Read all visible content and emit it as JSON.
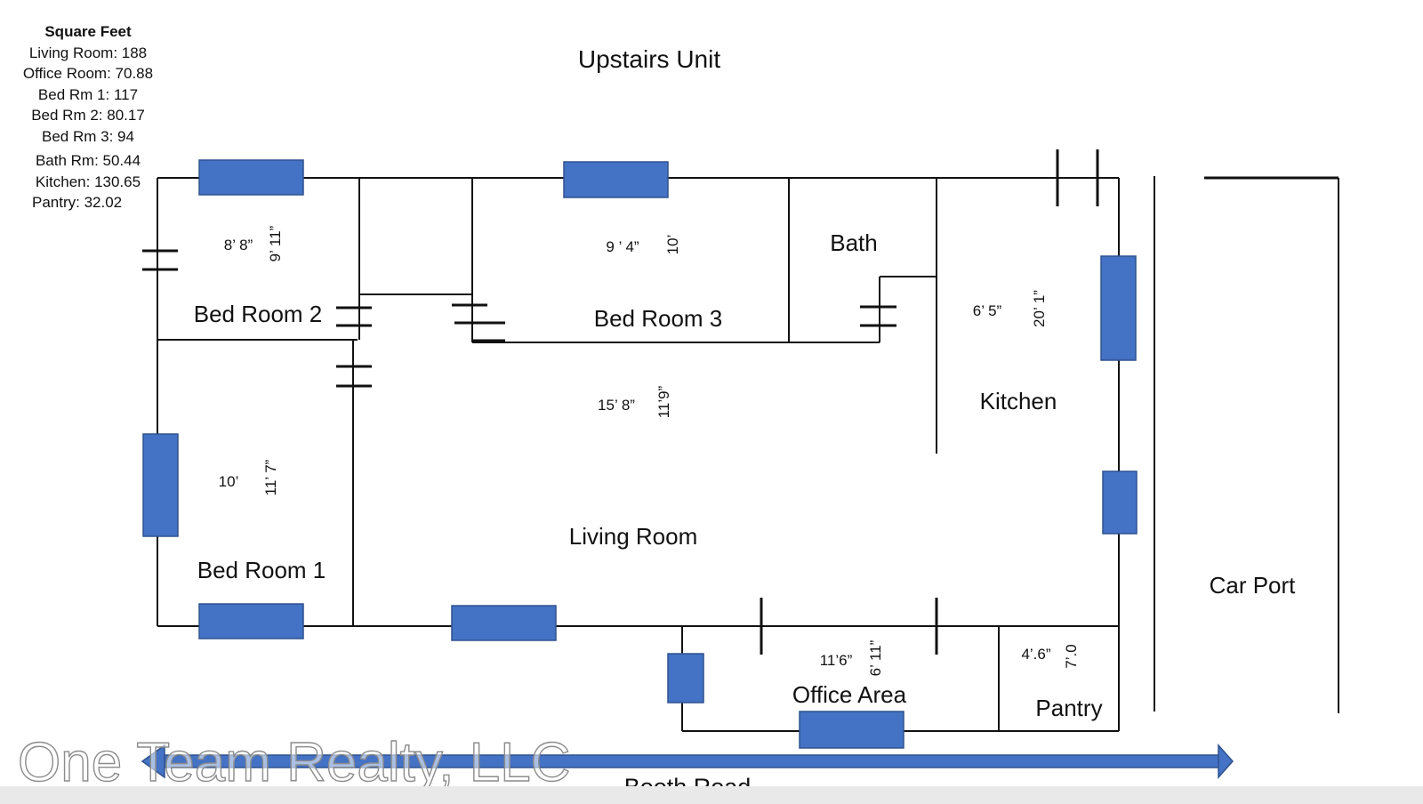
{
  "square_feet": {
    "heading": "Square Feet",
    "rows": [
      "Living Room: 188",
      "Office Room: 70.88",
      "Bed Rm 1: 117",
      "Bed Rm 2: 80.17",
      "Bed Rm 3: 94",
      "Bath Rm: 50.44",
      "Kitchen: 130.65",
      "Pantry: 32.02"
    ]
  },
  "title": "Upstairs Unit",
  "rooms": {
    "bed_room_2": "Bed Room 2",
    "bed_room_3": "Bed Room 3",
    "bath": "Bath",
    "kitchen": "Kitchen",
    "bed_room_1": "Bed Room 1",
    "living_room": "Living Room",
    "office_area": "Office Area",
    "pantry": "Pantry",
    "car_port": "Car Port"
  },
  "dimensions": {
    "br2_w": "8’ 8”",
    "br2_h": "9’ 11”",
    "br3_w": "9 ’ 4”",
    "br3_h": "10’",
    "kitchen_w": "6’ 5”",
    "kitchen_h": "20’ 1”",
    "living_w": "15’ 8”",
    "living_h": "11’9”",
    "br1_w": "10’",
    "br1_h": "11’ 7”",
    "office_w": "11’6”",
    "office_h": "6’ 11”",
    "pantry_w": "4’.6”",
    "pantry_h": "7’.0"
  },
  "road": "Booth Road",
  "watermark": "One Team Realty, LLC",
  "colors": {
    "window_fill": "#4472c4",
    "window_stroke": "#2f528f",
    "wall": "#111111",
    "road_arrow": "#4472c4"
  }
}
